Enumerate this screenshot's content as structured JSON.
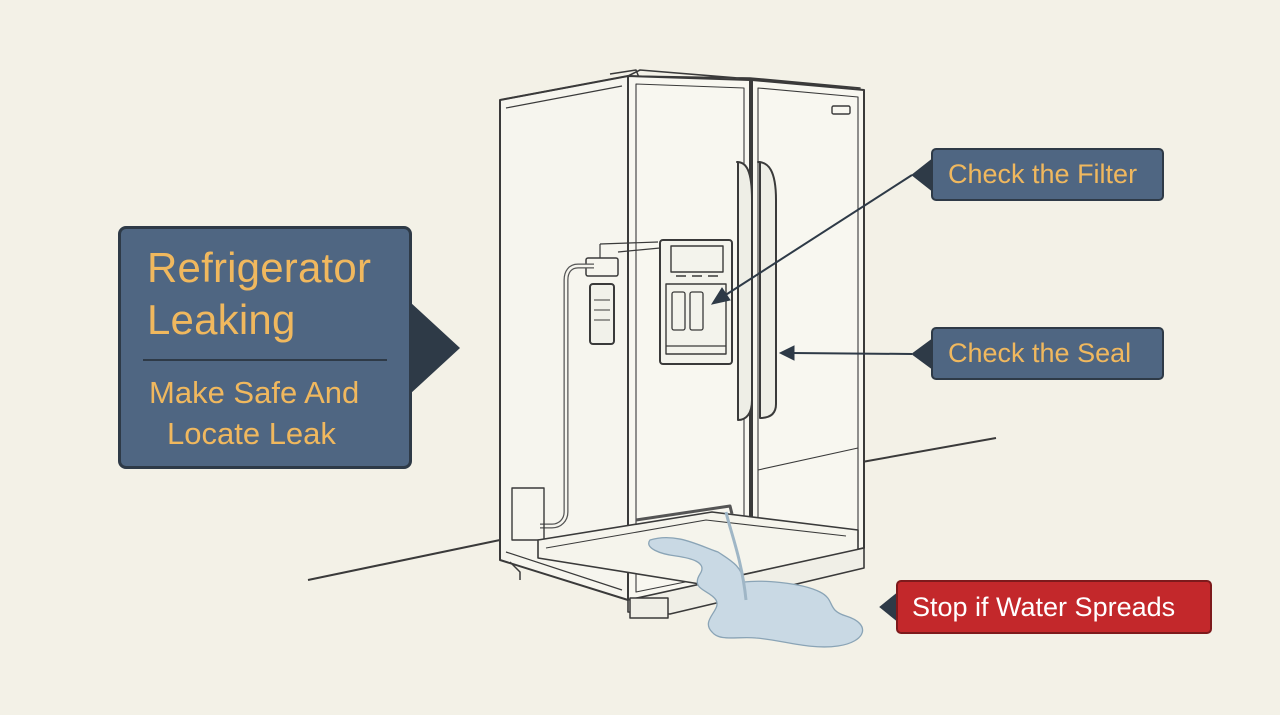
{
  "title": {
    "line1": "Refrigerator",
    "line2": "Leaking",
    "subtitle_line1": "Make Safe And",
    "subtitle_line2": "Locate Leak"
  },
  "callouts": {
    "filter": "Check the Filter",
    "seal": "Check the Seal",
    "stop": "Stop if Water Spreads"
  },
  "colors": {
    "panel": "#4f6682",
    "panel_border": "#2e3a47",
    "accent_text": "#f0b85e",
    "warning": "#c3282b",
    "background": "#f3f1e7",
    "water": "#c9d9e4"
  }
}
